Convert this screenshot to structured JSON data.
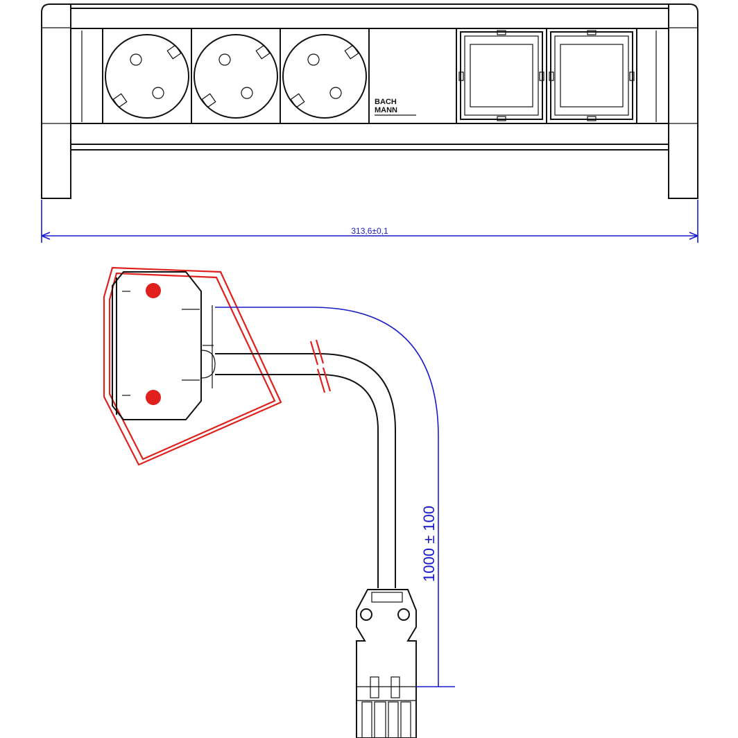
{
  "front_view": {
    "brand": [
      "BACH",
      "MANN"
    ],
    "width_dimension": "313,6±0,1",
    "modules": [
      {
        "type": "socket",
        "name": "schuko-socket-1"
      },
      {
        "type": "socket",
        "name": "schuko-socket-2"
      },
      {
        "type": "socket",
        "name": "schuko-socket-3"
      },
      {
        "type": "blank-with-logo",
        "name": "logo-panel"
      },
      {
        "type": "data",
        "name": "data-module-1"
      },
      {
        "type": "data",
        "name": "data-module-2"
      }
    ]
  },
  "cable_view": {
    "length_dimension": "1000 ± 100"
  },
  "colors": {
    "outline": "#111111",
    "highlight": "#e0201c",
    "dimension": "#1a1acc",
    "background": "#ffffff"
  }
}
